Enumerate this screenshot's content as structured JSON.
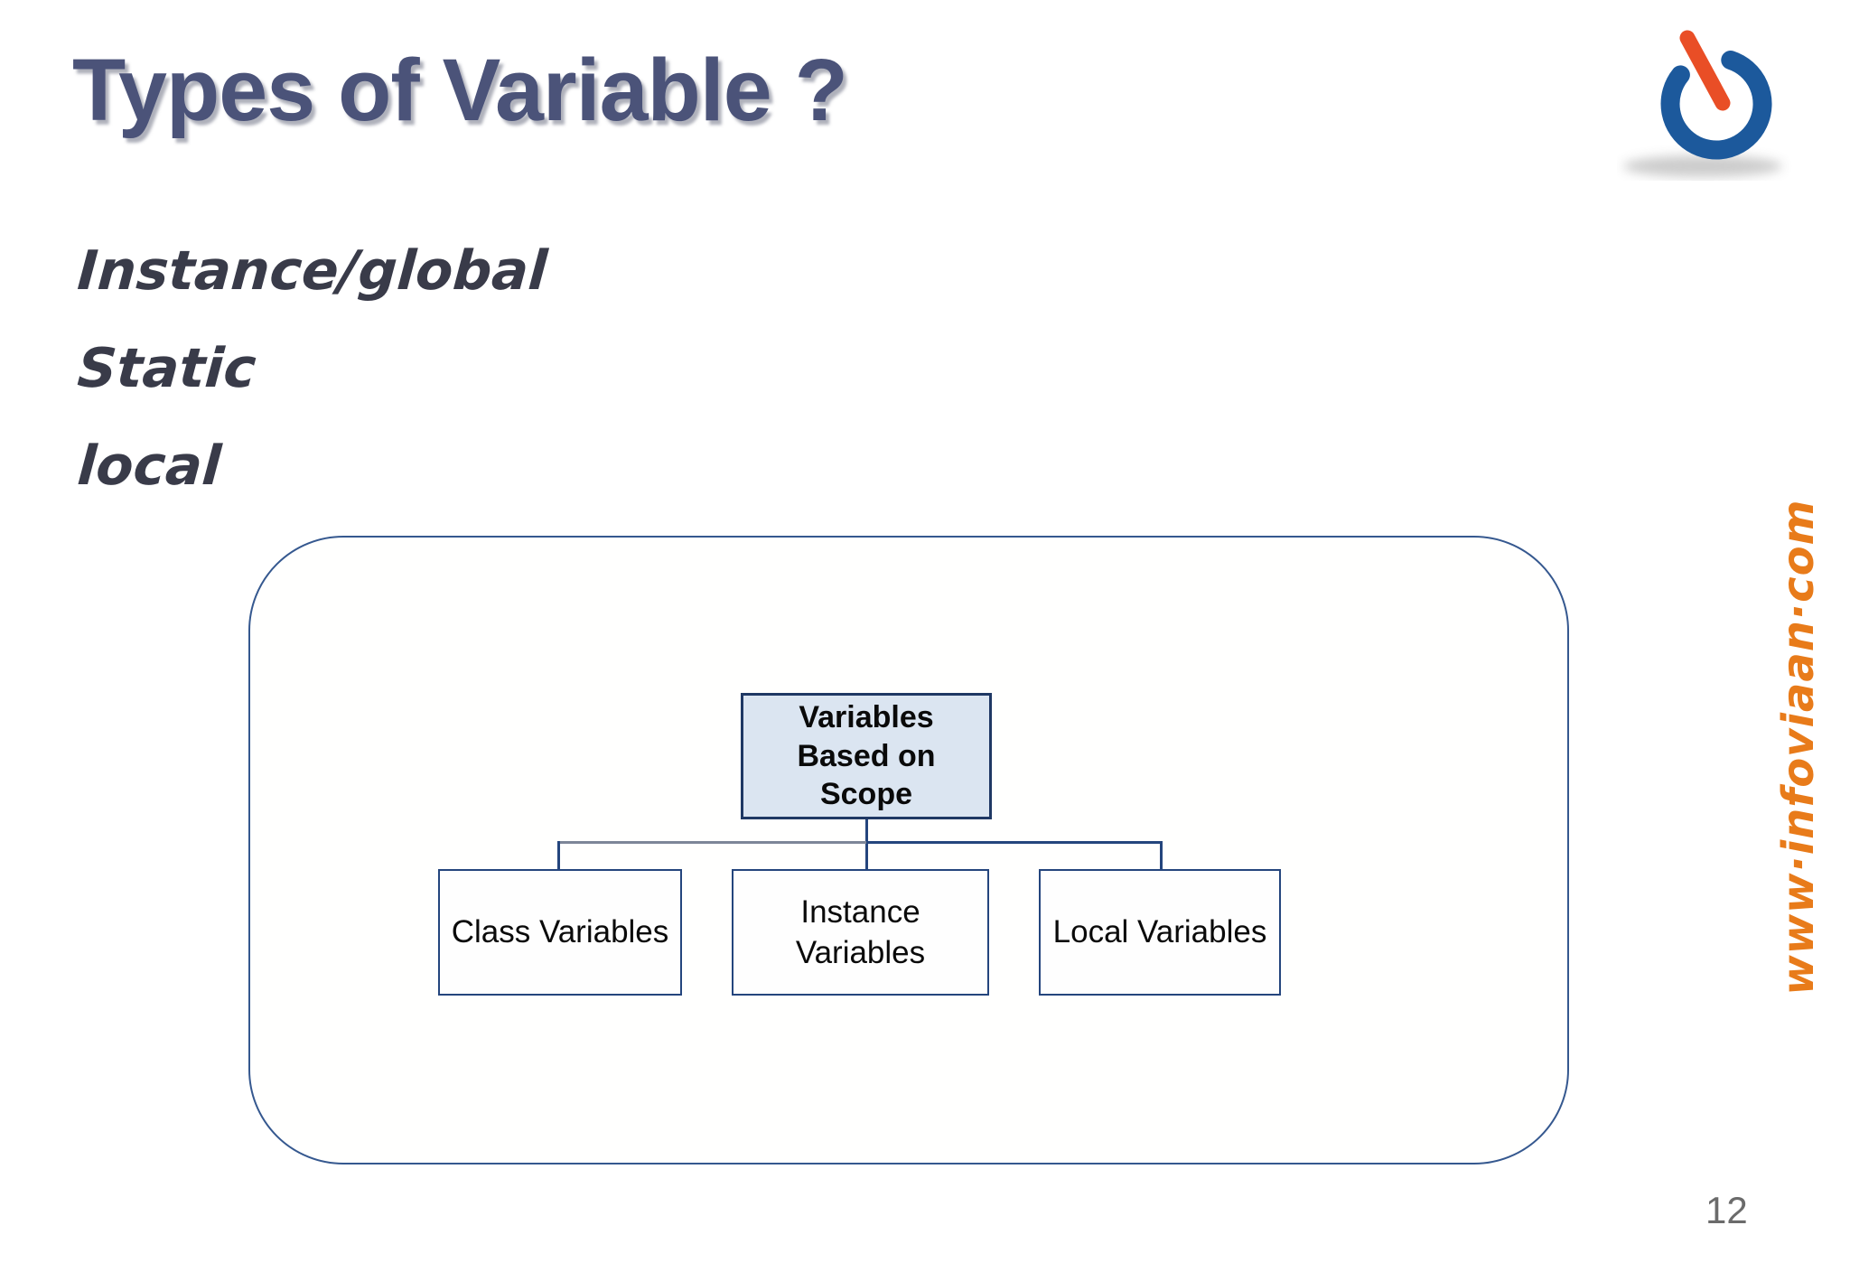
{
  "slide": {
    "title": "Types of Variable ?",
    "bullets": [
      "Instance/global",
      "Static",
      "local"
    ],
    "watermark": "www·infoviaan·com",
    "page_number": "12"
  },
  "diagram": {
    "root": {
      "label": "Variables Based on Scope"
    },
    "children": [
      {
        "label": "Class Variables"
      },
      {
        "label": "Instance Variables"
      },
      {
        "label": "Local Variables"
      }
    ]
  },
  "logo": {
    "icon": "power-button-icon"
  },
  "colors": {
    "title_text": "#4b5379",
    "handwriting_text": "#393b49",
    "root_box_fill": "#dbe5f1",
    "box_border_navy": "#1f3864",
    "child_box_border": "#24457d",
    "connector_gray": "#7d8698",
    "panel_border": "#35588f",
    "watermark_orange": "#e87b1a",
    "logo_blue": "#1c599c",
    "logo_orange": "#e94e26",
    "page_number_gray": "#6b6b6b"
  }
}
